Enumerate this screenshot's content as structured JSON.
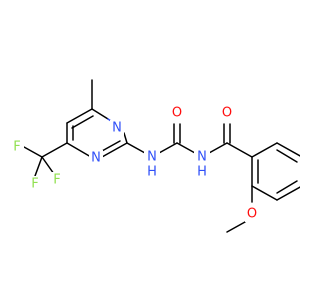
{
  "colors": {
    "background": "#ffffff",
    "bond": "#000000",
    "nitrogen": "#3050f8",
    "oxygen": "#ff0d0d",
    "fluorine": "#90e050"
  },
  "atoms": {
    "n_ring_top": "N",
    "n_ring_bottom": "N",
    "nh_left": "H",
    "n_left": "N",
    "nh_right": "H",
    "n_right": "N",
    "o_urea": "O",
    "o_amide": "O",
    "o_methoxy": "O",
    "f_left": "F",
    "f_right": "F",
    "f_bottom": "F"
  }
}
